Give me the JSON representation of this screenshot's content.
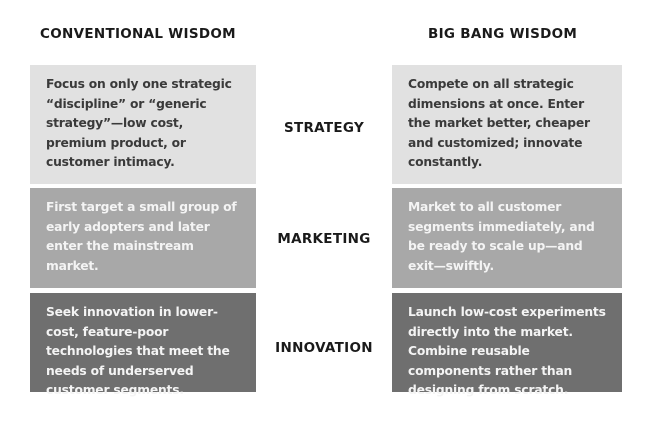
{
  "headers": {
    "left": "CONVENTIONAL WISDOM",
    "right": "BIG BANG WISDOM"
  },
  "rows": [
    {
      "label": "STRATEGY",
      "conventional": "Focus on only one strategic “discipline” or “generic strategy”—low cost, premium product, or customer intimacy.",
      "big_bang": "Compete on all strategic dimensions at once. Enter the market better, cheaper and customized; innovate constantly."
    },
    {
      "label": "MARKETING",
      "conventional": "First target a small group of early adopters and later enter the mainstream market.",
      "big_bang": "Market to all customer segments immediately, and be ready to scale up—and exit—swiftly."
    },
    {
      "label": "INNOVATION",
      "conventional": "Seek innovation in lower-cost, feature-poor technologies that meet the needs of underserved customer segments.",
      "big_bang": "Launch low-cost experiments directly into the market. Combine reusable components rather than designing from scratch."
    }
  ],
  "colors": {
    "row1": "#e1e1e1",
    "row2": "#a8a8a8",
    "row3": "#6f6f6f"
  }
}
